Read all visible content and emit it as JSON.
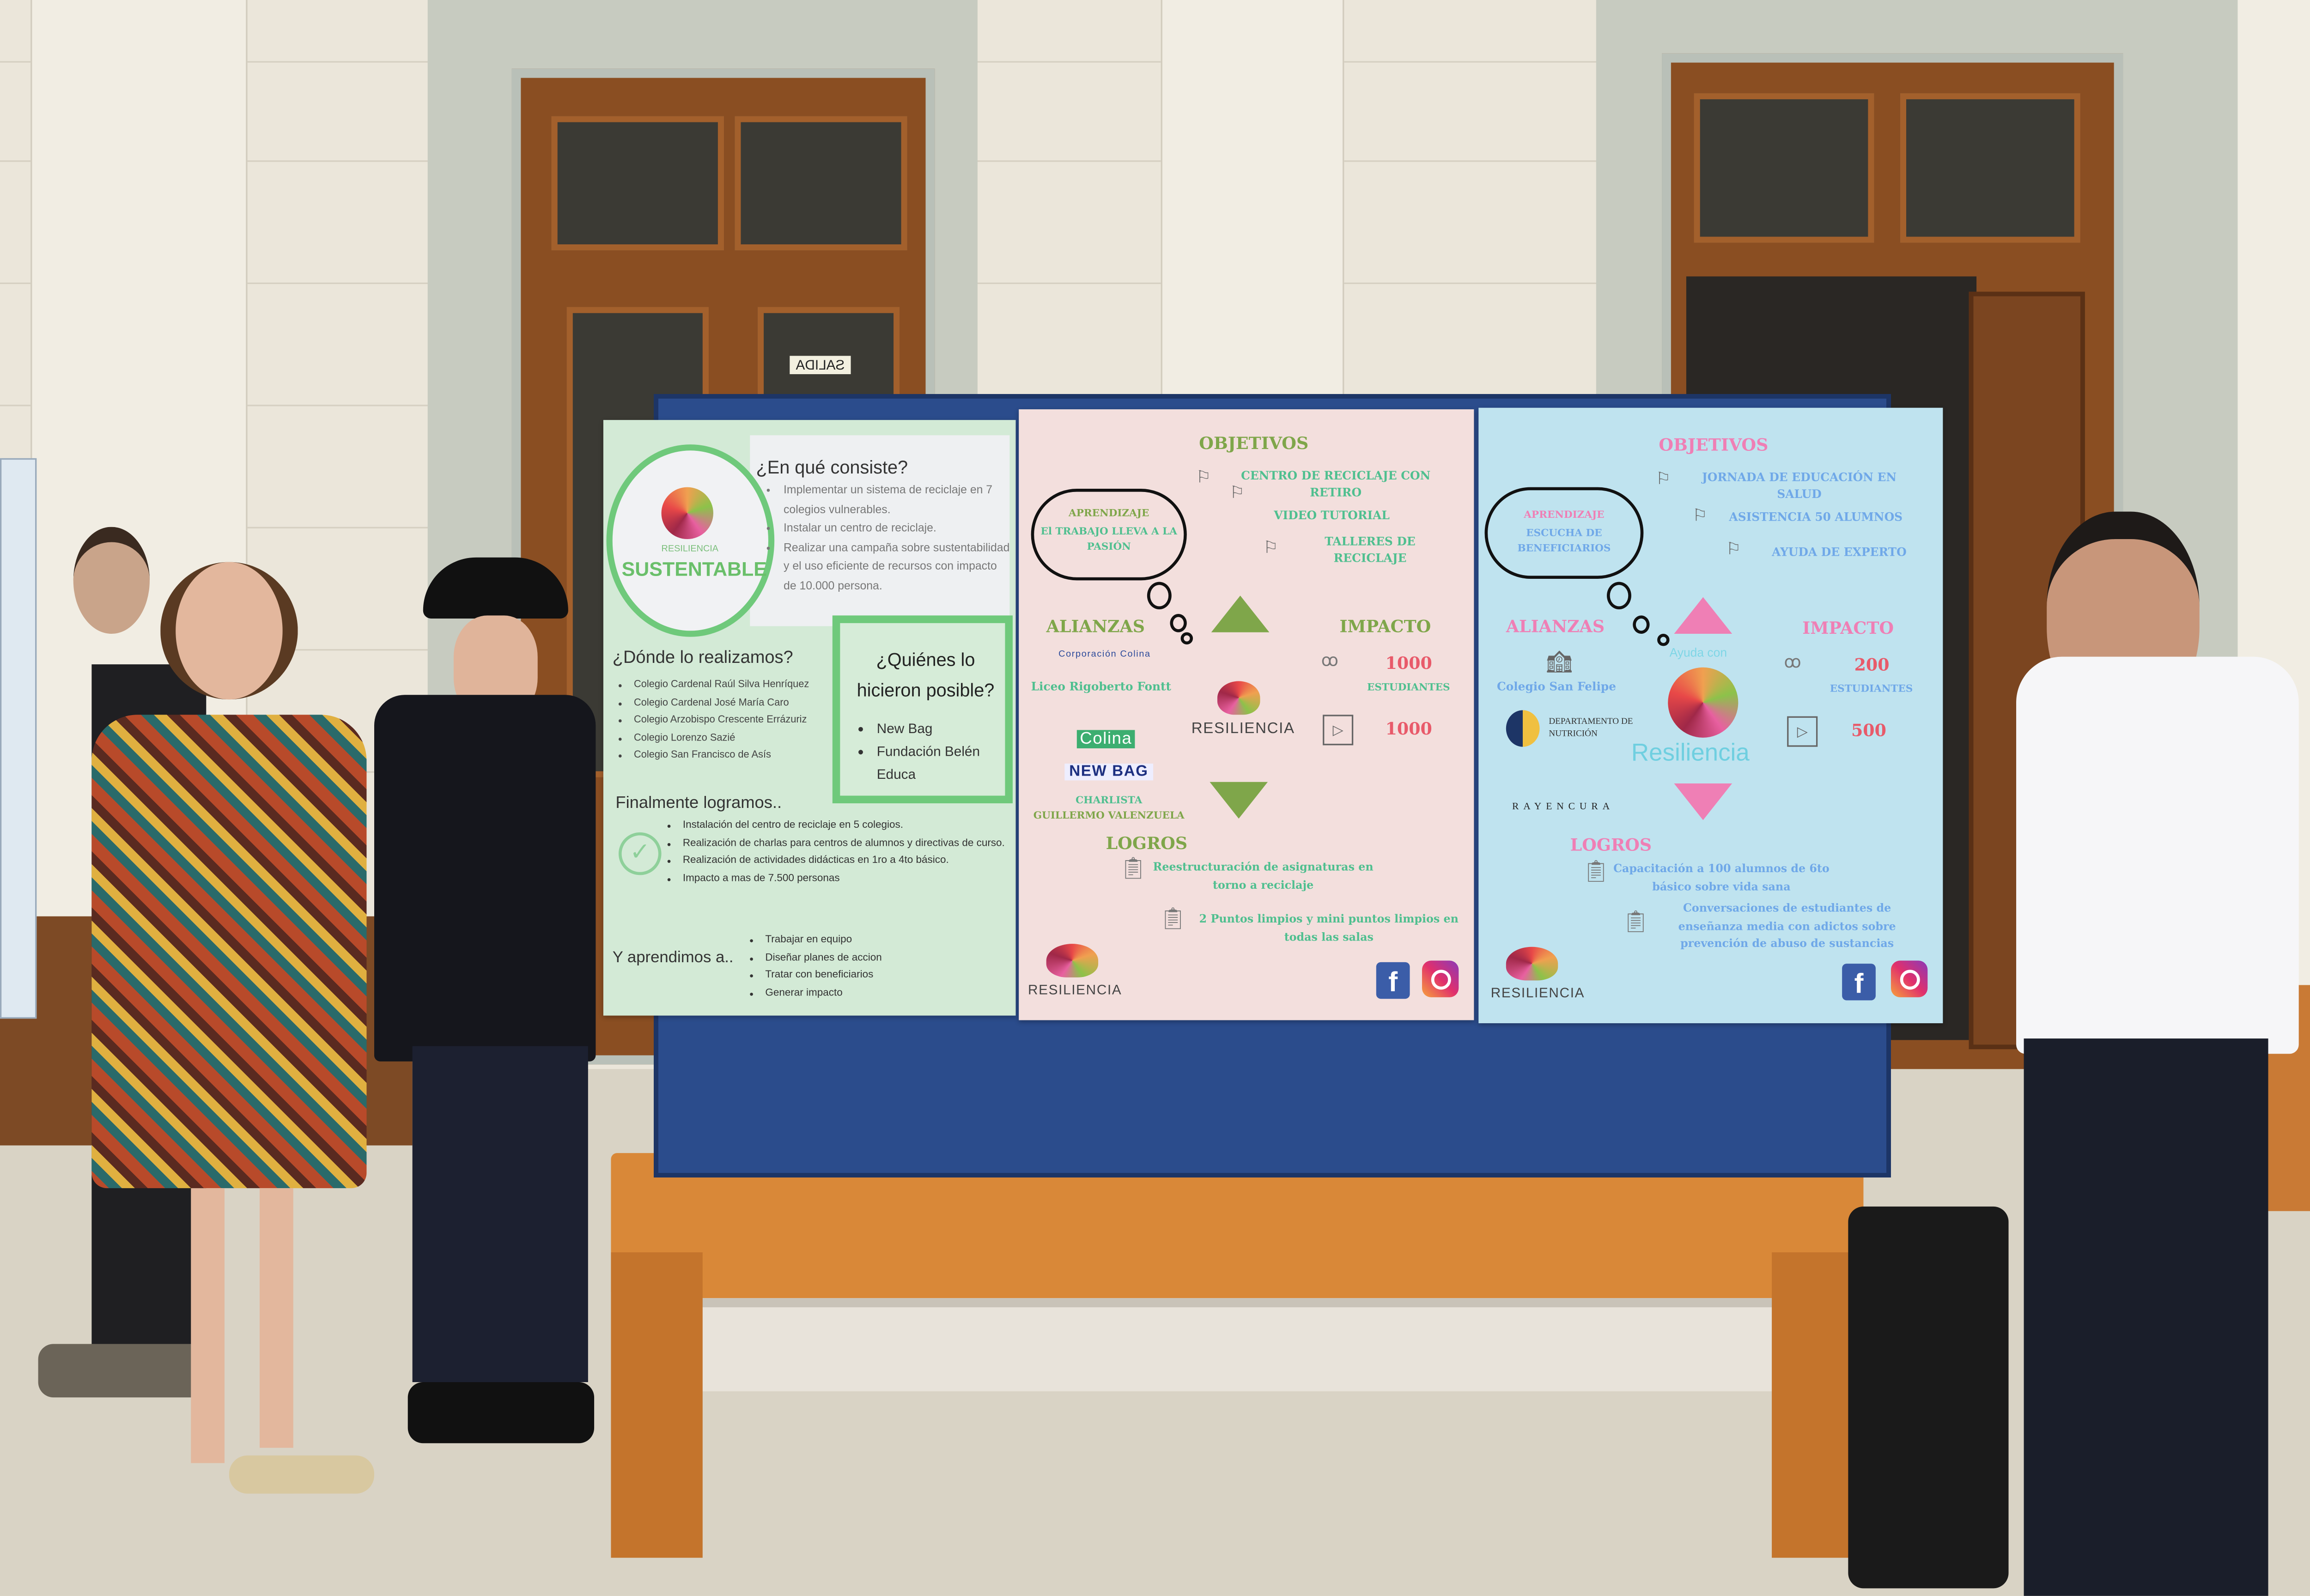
{
  "poster_sustentable": {
    "logo_small": "RESILIENCIA",
    "logo_big": "SUSTENTABLE",
    "consiste_title": "¿En qué consiste?",
    "consiste_items": [
      "Implementar un sistema de reciclaje en 7 colegios vulnerables.",
      "Instalar un centro de reciclaje.",
      "Realizar una campaña sobre sustentabilidad y el uso eficiente de recursos con impacto de 10.000 persona."
    ],
    "donde_title": "¿Dónde lo realizamos?",
    "donde_items": [
      "Colegio Cardenal Raúl Silva Henríquez",
      "Colegio Cardenal José María Caro",
      "Colegio Arzobispo Crescente Errázuriz",
      "Colegio Lorenzo Sazié",
      "Colegio San Francisco de Asís"
    ],
    "quienes_title": "¿Quiénes lo hicieron posible?",
    "quienes_items": [
      "New Bag",
      "Fundación Belén Educa"
    ],
    "logramos_title": "Finalmente logramos..",
    "logramos_items": [
      "Instalación del centro de reciclaje en 5 colegios.",
      "Realización de charlas para centros de alumnos y directivas de curso.",
      "Realización de actividades didácticas en 1ro a 4to básico.",
      "Impacto a mas de 7.500 personas"
    ],
    "aprendimos_title": "Y aprendimos a..",
    "aprendimos_items": [
      "Trabajar en equipo",
      "Diseñar planes de accion",
      "Tratar con beneficiarios",
      "Generar impacto"
    ]
  },
  "poster_reciclaje": {
    "objetivos_title": "OBJETIVOS",
    "objetivos": [
      "CENTRO DE RECICLAJE CON RETIRO",
      "VIDEO TUTORIAL",
      "TALLERES DE RECICLAJE"
    ],
    "cloud_title": "APRENDIZAJE",
    "cloud_text": "El TRABAJO LLEVA A LA PASIÓN",
    "alianzas_title": "ALIANZAS",
    "alianzas": [
      "Corporación Colina",
      "Liceo Rigoberto Fontt",
      "Colina",
      "NEW BAG",
      "CHARLISTA",
      "GUILLERMO VALENZUELA"
    ],
    "center_logo": "RESILIENCIA",
    "impacto_title": "IMPACTO",
    "impacto_students": "1000",
    "impacto_students_label": "ESTUDIANTES",
    "impacto_views": "1000",
    "logros_title": "LOGROS",
    "logros": [
      "Reestructuración de asignaturas en torno a reciclaje",
      "2 Puntos limpios y mini puntos limpios en todas las salas"
    ],
    "footer_logo": "RESILIENCIA",
    "accent": "#7fa64a",
    "text_color": "#4fbf8f"
  },
  "poster_salud": {
    "objetivos_title": "OBJETIVOS",
    "objetivos": [
      "JORNADA DE EDUCACIÓN EN SALUD",
      "ASISTENCIA 50 ALUMNOS",
      "AYUDA DE EXPERTO"
    ],
    "cloud_title": "APRENDIZAJE",
    "cloud_text": "ESCUCHA DE BENEFICIARIOS",
    "alianzas_title": "ALIANZAS",
    "alianzas": [
      "Colegio San Felipe",
      "DEPARTAMENTO DE NUTRICIÓN",
      "RAYENCURA"
    ],
    "center_caption": "Ayuda con",
    "center_logo": "Resiliencia",
    "impacto_title": "IMPACTO",
    "impacto_students": "200",
    "impacto_students_label": "ESTUDIANTES",
    "impacto_views": "500",
    "logros_title": "LOGROS",
    "logros": [
      "Capacitación a 100 alumnos de 6to básico sobre vida sana",
      "Conversaciones de estudiantes de enseñanza media con adictos sobre prevención de abuso de sustancias"
    ],
    "footer_logo": "RESILIENCIA",
    "accent": "#ef7fb5",
    "text_color": "#6fa8e8"
  },
  "door_sign": "SALIDA",
  "icons": {
    "facebook": "f"
  }
}
